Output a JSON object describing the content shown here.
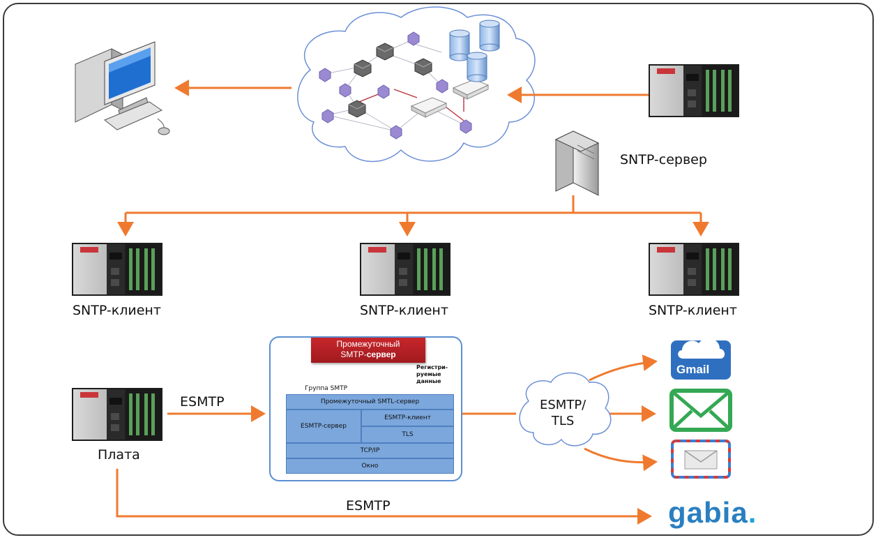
{
  "labels": {
    "sntp_server": "SNTP-сервер",
    "sntp_client_1": "SNTP-клиент",
    "sntp_client_2": "SNTP-клиент",
    "sntp_client_3": "SNTP-клиент",
    "board": "Плата",
    "esmtp_top": "ESMTP",
    "esmtp_bottom": "ESMTP",
    "cloud_esmtp_tls_line1": "ESMTP/",
    "cloud_esmtp_tls_line2": "TLS",
    "gabia": "gabia",
    "gabia_dot": "."
  },
  "relay_box": {
    "title_line1": "Промежуточный",
    "title_line2_prefix": "SMTP-",
    "title_line2_bold": "сервер",
    "smtp_group": "Группа SMTP",
    "registered_data_line1": "Регистри-",
    "registered_data_line2": "руемые",
    "registered_data_line3": "данные",
    "stack": {
      "relay": "Промежуточный SMTL-сервер",
      "esmtp_server": "ESMTP-сервер",
      "esmtp_client": "ESMTP-клиент",
      "tls": "TLS",
      "tcpip": "TCP/IP",
      "window": "Окно"
    }
  },
  "mail_icons": {
    "gmail": "Gmail"
  },
  "colors": {
    "arrow": "#ef7a2f",
    "cloud_stroke": "#6c8fd6",
    "panel_border": "#5b8fd1",
    "stack_fill": "#7ba7dd",
    "title_red": "#b51f24",
    "gabia_blue": "#2a7fc1"
  }
}
